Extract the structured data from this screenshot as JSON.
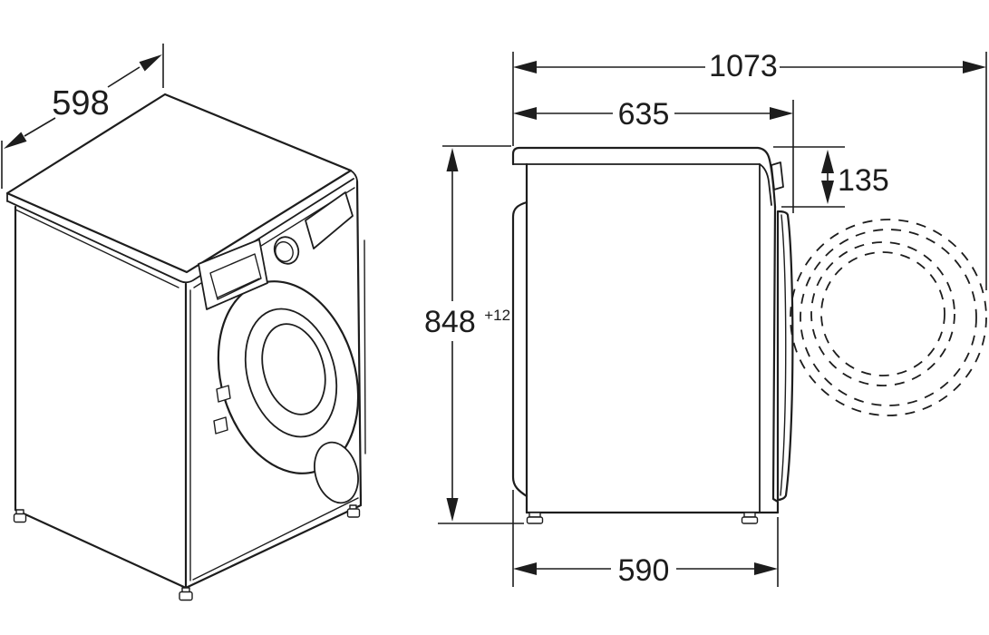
{
  "page": {
    "background": "#ffffff",
    "line_color": "#1d1d1d",
    "description": "Technical dimension drawing of a front-loading washing machine: isometric view (left) and side profile with door swing circles (right)"
  },
  "isometric_view": {
    "description": "washing machine isometric front-left view",
    "dim_width": {
      "value": "598"
    }
  },
  "side_view": {
    "description": "washing machine side profile with dashed door-swing circles",
    "dim_total_depth_door_open": {
      "value": "1073"
    },
    "dim_depth_with_door": {
      "value": "635"
    },
    "dim_door_projection": {
      "value": "135"
    },
    "dim_height": {
      "value": "848",
      "tolerance": "+12"
    },
    "dim_base_depth": {
      "value": "590"
    }
  }
}
